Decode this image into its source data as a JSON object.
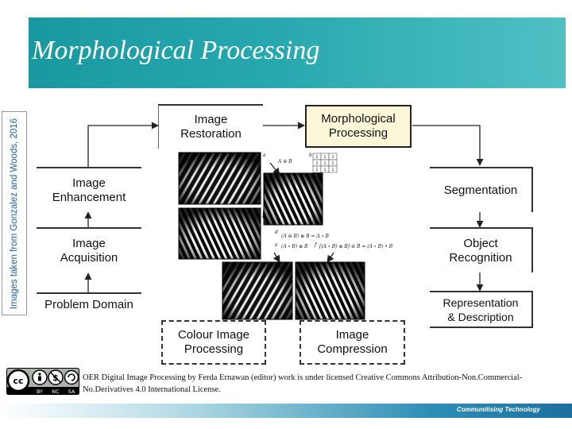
{
  "header": {
    "title": "Morphological Processing"
  },
  "side_credit": "Images taken from Gonzalez and Woods, 2016",
  "diagram": {
    "image_restoration": "Image\nRestoration",
    "morphological_processing": "Morphological\nProcessing",
    "image_enhancement": "Image\nEnhancement",
    "image_acquisition": "Image\nAcquisition",
    "problem_domain": "Problem Domain",
    "segmentation": "Segmentation",
    "object_recognition": "Object\nRecognition",
    "representation_description": "Representation\n& Description",
    "colour_image_processing": "Colour Image\nProcessing",
    "image_compression": "Image\nCompression",
    "panel_labels": {
      "a": "a",
      "b": "b",
      "c": "c",
      "d": "d",
      "e": "e",
      "f": "f"
    },
    "formulas": {
      "f1": "A ⊖ B",
      "f2": "(A ⊖ B) ⊕ B = A ∘ B",
      "f3": "(A ∘ B) ⊕ B",
      "f4": "[(A ∘ B) ⊕ B] ⊖ B = (A ∘ B) • B"
    },
    "structuring_element": [
      "1",
      "1",
      "1",
      "1",
      "1",
      "1",
      "1",
      "1",
      "1"
    ]
  },
  "license": {
    "cc_badges": [
      "BY",
      "NC",
      "SA"
    ],
    "text": "OER Digital Image Processing by Ferda Ernawan (editor) work is under licensed Creative Commons Attribution-Non.Commercial-No.Derivatives 4.0 International License."
  },
  "footer": {
    "tagline": "Communitising Technology"
  },
  "colors": {
    "title_bar": "#1f9ea6",
    "highlight_fill": "#fbf7d8"
  }
}
